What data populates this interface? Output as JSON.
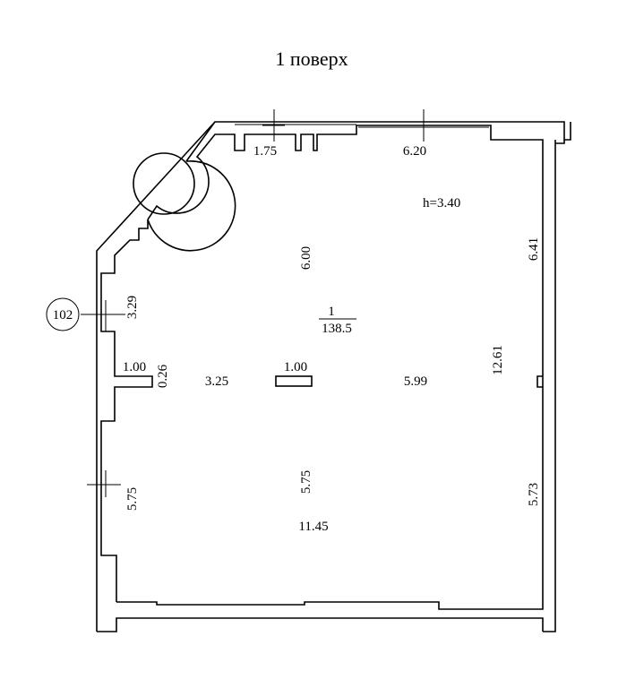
{
  "title": "1 поверх",
  "height_label": "h=3.40",
  "room": {
    "number": "1",
    "area": "138.5"
  },
  "marker": "102",
  "dimensions": {
    "top_left_opening": "1.75",
    "top_right_opening": "6.20",
    "right_upper": "6.41",
    "right_total": "12.61",
    "right_lower": "5.73",
    "interior_upper": "6.00",
    "interior_lower": "5.75",
    "left_upper": "3.29",
    "left_lower": "5.75",
    "column_width": "1.00",
    "column_depth": "0.26",
    "width_left": "3.25",
    "pillar": "1.00",
    "width_right": "5.99",
    "width_total": "11.45"
  }
}
